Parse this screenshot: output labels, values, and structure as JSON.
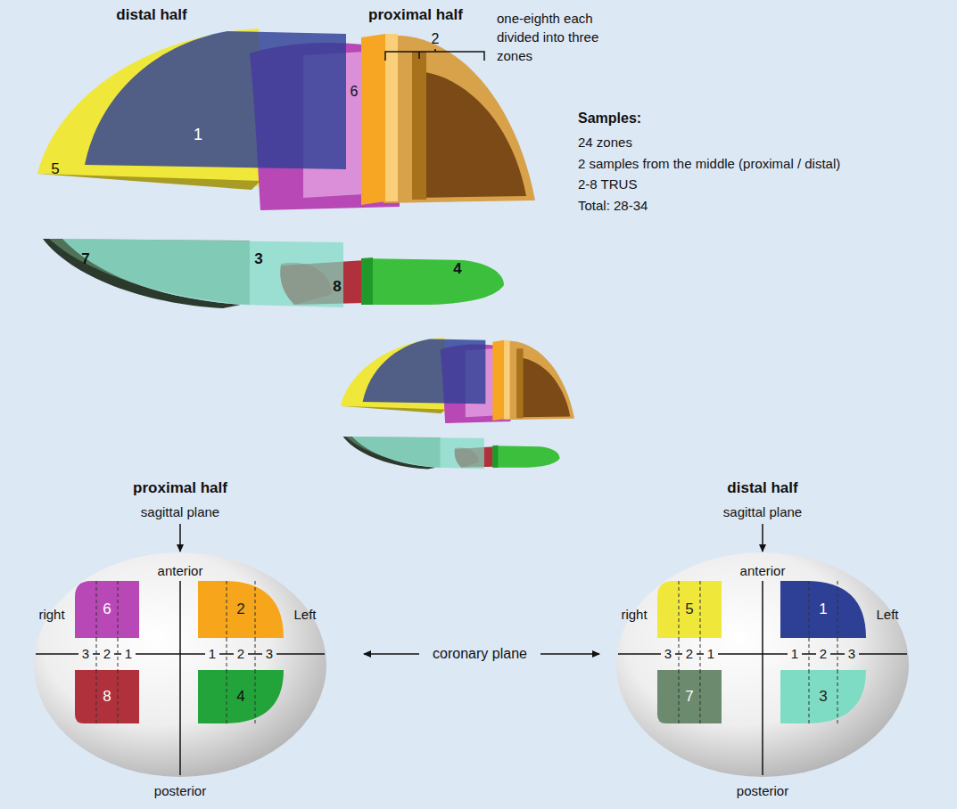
{
  "diagram": {
    "nodes": [
      {
        "text": [
          "6"
        ]
      },
      {
        "text": [
          "2"
        ]
      },
      {
        "text": [
          "8"
        ]
      },
      {
        "text": [
          "4"
        ]
      },
      {
        "text": [
          "5"
        ]
      },
      {
        "text": [
          "1"
        ]
      },
      {
        "text": [
          "7"
        ]
      },
      {
        "text": [
          "3"
        ]
      }
    ],
    "labels": [
      "distal half",
      "proximal half",
      "2",
      "one-eighth each divided into three zones",
      "5",
      "1",
      "6",
      "Samples:",
      "24 zones",
      "2 samples from the middle (proximal / distal)",
      "2-8 TRUS",
      "Total: 28-34",
      "7",
      "3",
      "8",
      "4",
      "proximal half",
      "sagittal plane",
      "anterior",
      "right",
      "Left",
      "3",
      "2",
      "1",
      "1",
      "2",
      "3",
      "posterior",
      "coronary plane",
      "distal half",
      "sagittal plane",
      "anterior",
      "right",
      "Left",
      "3",
      "2",
      "1",
      "1",
      "2",
      "3",
      "posterior"
    ]
  }
}
